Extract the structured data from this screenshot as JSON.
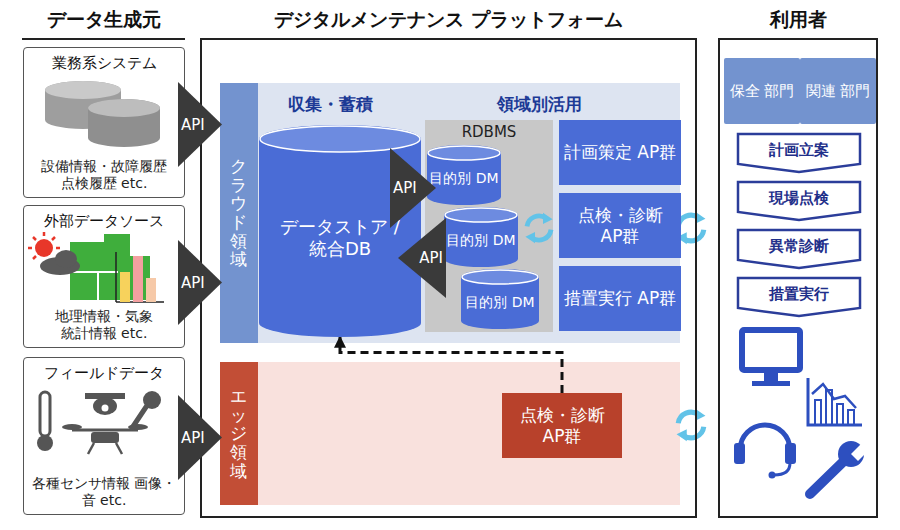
{
  "diagram": {
    "nodes": [
      {
        "text": [
          "データ生成元"
        ]
      },
      {
        "text": [
          "業務系システム",
          "設備情報・故障履歴 点検履歴 etc."
        ],
        "in": 0
      },
      {
        "text": [
          "外部データソース",
          "地理情報・気象 統計情報 etc."
        ],
        "in": 0
      },
      {
        "text": [
          "フィールドデータ",
          "各種センサ情報 画像・音 etc."
        ],
        "in": 0
      },
      {
        "text": [
          "API"
        ]
      },
      {
        "text": [
          "API"
        ]
      },
      {
        "text": [
          "API"
        ]
      },
      {
        "text": [
          "デジタルメンテナンス プラットフォーム"
        ]
      },
      {
        "text": [
          "クラウド領域"
        ],
        "in": 7
      },
      {
        "text": [
          "データストア /統合DB"
        ],
        "in": 8
      },
      {
        "text": [
          "API"
        ],
        "in": 8
      },
      {
        "text": [
          "API"
        ],
        "in": 8
      },
      {
        "text": [
          "RDBMS"
        ],
        "in": 8
      },
      {
        "text": [
          "目的別 DM"
        ],
        "in": 12
      },
      {
        "text": [
          "目的別 DM"
        ],
        "in": 12
      },
      {
        "text": [
          "目的別 DM"
        ],
        "in": 12
      },
      {
        "text": [
          "計画策定 AP群"
        ],
        "in": 8
      },
      {
        "text": [
          "点検・診断 AP群"
        ],
        "in": 8
      },
      {
        "text": [
          "措置実行 AP群"
        ],
        "in": 8
      },
      {
        "text": [
          "エッジ領域"
        ],
        "in": 7
      },
      {
        "text": [
          "点検・診断 AP群"
        ],
        "in": 19
      },
      {
        "text": [
          "利用者"
        ]
      },
      {
        "text": [
          "保全 部門"
        ],
        "in": 21
      },
      {
        "text": [
          "関連 部門"
        ],
        "in": 21
      },
      {
        "text": [
          "計画立案"
        ],
        "in": 21
      },
      {
        "text": [
          "現場点検"
        ],
        "in": 21
      },
      {
        "text": [
          "異常診断"
        ],
        "in": 21
      },
      {
        "text": [
          "措置実行"
        ],
        "in": 21
      }
    ],
    "edges": [
      {
        "from": 20,
        "to": 9,
        "arrow": "to"
      }
    ],
    "labels": [
      "収集・蓄積",
      "領域別活用"
    ]
  }
}
